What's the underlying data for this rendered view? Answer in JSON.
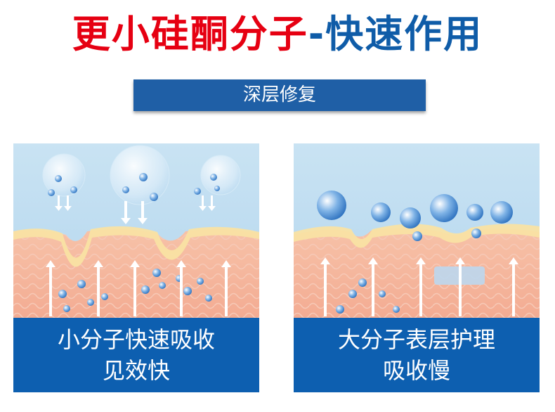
{
  "headline": {
    "part1": "更小硅酮分子",
    "part2": "-快速作用"
  },
  "subbanner": {
    "label": "深层修复"
  },
  "panels": [
    {
      "caption_line1": "小分子快速吸收",
      "caption_line2": "见效快"
    },
    {
      "caption_line1": "大分子表层护理",
      "caption_line2": "吸收慢"
    }
  ],
  "colors": {
    "headline_red": "#e60012",
    "headline_blue": "#0f5ca8",
    "banner_blue": "#1f5fa6",
    "caption_blue": "#0d5fb0"
  }
}
